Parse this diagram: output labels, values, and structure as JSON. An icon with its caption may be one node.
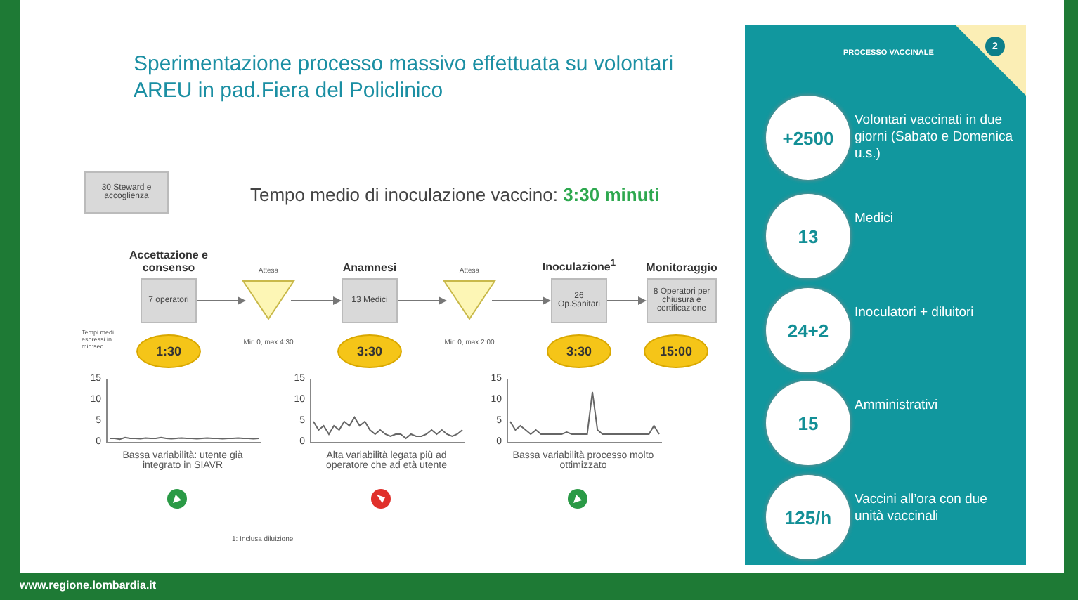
{
  "diagram": {
    "title": "Sperimentazione processo massivo effettuata su volontari AREU in pad.Fiera del Policlinico",
    "nodes": [
      {
        "text": [
          "30 Steward e accoglienza"
        ]
      },
      {
        "text": [
          "Accettazione e consenso",
          "7 operatori"
        ]
      },
      {
        "text": [
          "Attesa"
        ],
        "beside": [
          "Min 0, max 4:30"
        ]
      },
      {
        "text": [
          "Anamnesi",
          "13 Medici"
        ]
      },
      {
        "text": [
          "Attesa"
        ],
        "beside": [
          "Min 0, max 2:00"
        ]
      },
      {
        "text": [
          "Inoculazione$^{1}$",
          "26 Op.Sanitari"
        ]
      },
      {
        "text": [
          "Monitoraggio",
          "8 Operatori per chiusura e certificazione"
        ]
      },
      {
        "text": [
          "1:30"
        ]
      },
      {
        "text": [
          "3:30"
        ]
      },
      {
        "text": [
          "3:30"
        ]
      },
      {
        "text": [
          "15:00"
        ]
      },
      {
        "text": [
          "PROCESSO VACCINALE"
        ]
      },
      {
        "text": [
          "2"
        ],
        "in": 11
      },
      {
        "text": [
          "+2500"
        ],
        "in": 11,
        "beside": [
          "Volontari vaccinati in due giorni (Sabato e Domenica u.s.)"
        ]
      },
      {
        "text": [
          "13"
        ],
        "in": 11,
        "beside": [
          "Medici"
        ]
      },
      {
        "text": [
          "24+2"
        ],
        "in": 11,
        "beside": [
          "Inoculatori + diluitori"
        ]
      },
      {
        "text": [
          "15"
        ],
        "in": 11,
        "beside": [
          "Amministrativi"
        ]
      },
      {
        "text": [
          "125/h"
        ],
        "in": 11,
        "beside": [
          "Vaccini all’ora con due unità vaccinali"
        ]
      }
    ],
    "edges": [
      {
        "from": 1,
        "to": 2,
        "arrow": "to"
      },
      {
        "from": 2,
        "to": 3,
        "arrow": "to"
      },
      {
        "from": 3,
        "to": 4,
        "arrow": "to"
      },
      {
        "from": 4,
        "to": 5,
        "arrow": "to"
      },
      {
        "from": 5,
        "to": 6,
        "arrow": "to"
      }
    ],
    "labels": [
      "Tempo medio di inoculazione vaccino: **3:30 minuti**",
      "Tempi medi espressi in min:sec",
      "15",
      "10",
      "5",
      "0",
      "15",
      "10",
      "5",
      "0",
      "15",
      "10",
      "5",
      "0",
      "Bassa variabilità: utente già integrato in SIAVR",
      "Alta variabilità legata più ad operatore che ad età utente",
      "Bassa variabilità processo molto ottimizzato",
      "1: Inclusa diluizione",
      "www.regione.lombardia.it"
    ]
  }
}
